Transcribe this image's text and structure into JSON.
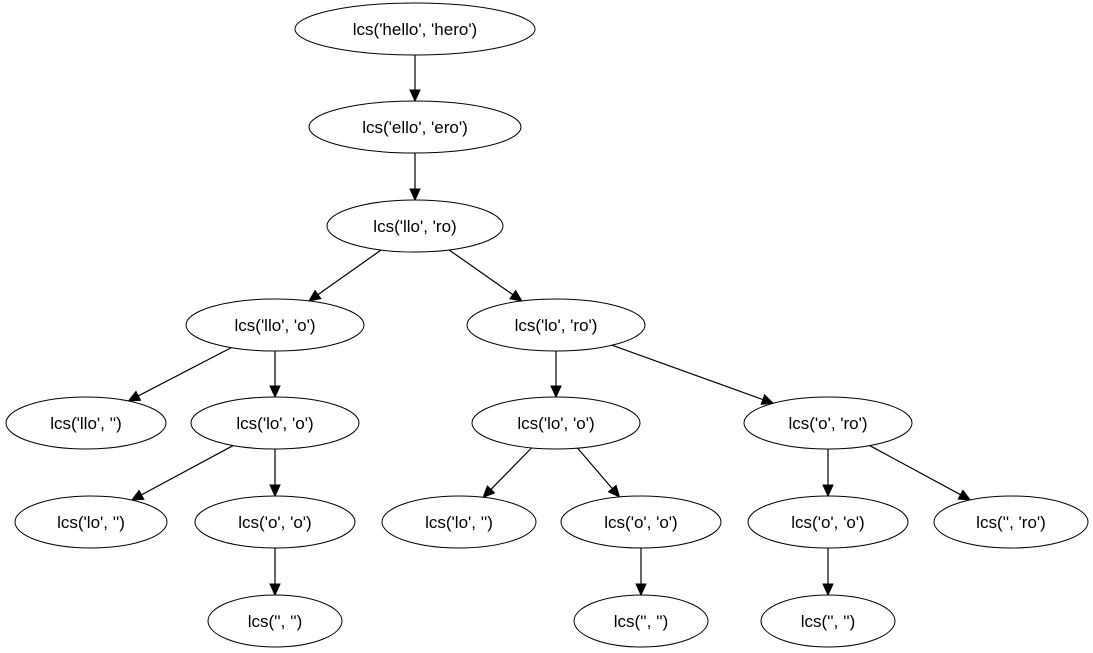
{
  "diagram": {
    "nodes": [
      {
        "id": "n1",
        "label": "lcs('hello', 'hero')"
      },
      {
        "id": "n2",
        "label": "lcs('ello', 'ero')"
      },
      {
        "id": "n3",
        "label": "lcs('llo', 'ro)"
      },
      {
        "id": "n4",
        "label": "lcs('llo', 'o')"
      },
      {
        "id": "n5",
        "label": "lcs('lo', 'ro')"
      },
      {
        "id": "n6",
        "label": "lcs('llo', '')"
      },
      {
        "id": "n7",
        "label": "lcs('lo', 'o')"
      },
      {
        "id": "n8",
        "label": "lcs('lo', 'o')"
      },
      {
        "id": "n9",
        "label": "lcs('o', 'ro')"
      },
      {
        "id": "n10",
        "label": "lcs('lo', '')"
      },
      {
        "id": "n11",
        "label": "lcs('o', 'o')"
      },
      {
        "id": "n12",
        "label": "lcs('lo', '')"
      },
      {
        "id": "n13",
        "label": "lcs('o', 'o')"
      },
      {
        "id": "n14",
        "label": "lcs('o', 'o')"
      },
      {
        "id": "n15",
        "label": "lcs('', 'ro')"
      },
      {
        "id": "n16",
        "label": "lcs('', '')"
      },
      {
        "id": "n17",
        "label": "lcs('', '')"
      },
      {
        "id": "n18",
        "label": "lcs('', '')"
      }
    ],
    "edges": [
      {
        "from": "n1",
        "to": "n2"
      },
      {
        "from": "n2",
        "to": "n3"
      },
      {
        "from": "n3",
        "to": "n4"
      },
      {
        "from": "n3",
        "to": "n5"
      },
      {
        "from": "n4",
        "to": "n6"
      },
      {
        "from": "n4",
        "to": "n7"
      },
      {
        "from": "n5",
        "to": "n8"
      },
      {
        "from": "n5",
        "to": "n9"
      },
      {
        "from": "n7",
        "to": "n10"
      },
      {
        "from": "n7",
        "to": "n11"
      },
      {
        "from": "n8",
        "to": "n12"
      },
      {
        "from": "n8",
        "to": "n13"
      },
      {
        "from": "n9",
        "to": "n14"
      },
      {
        "from": "n9",
        "to": "n15"
      },
      {
        "from": "n11",
        "to": "n16"
      },
      {
        "from": "n13",
        "to": "n17"
      },
      {
        "from": "n14",
        "to": "n18"
      }
    ]
  }
}
